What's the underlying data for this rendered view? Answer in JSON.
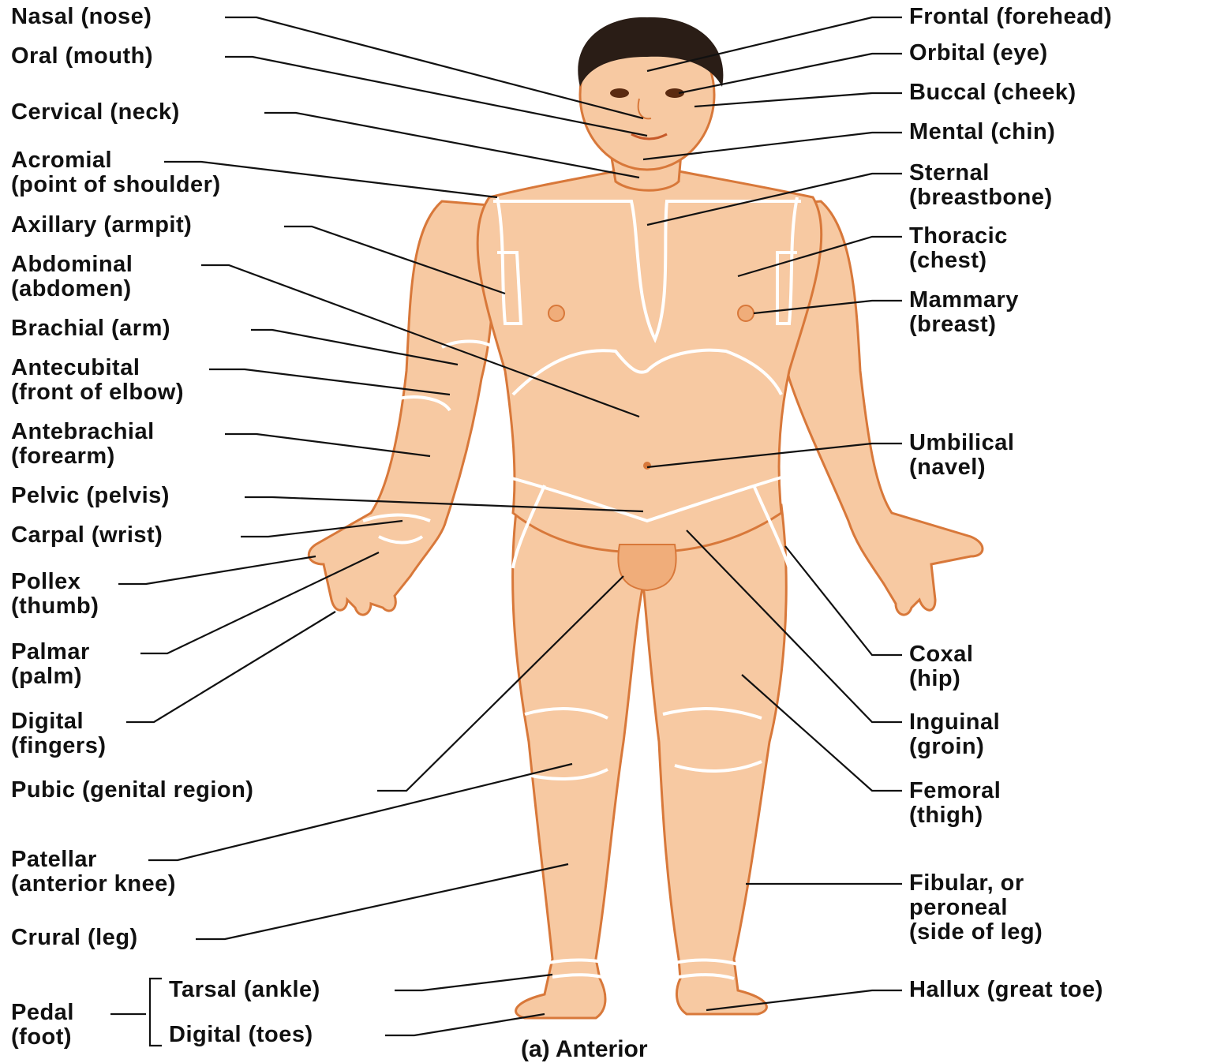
{
  "colors": {
    "skin": "#f7c9a2",
    "skin_shade": "#f0ad7a",
    "outline": "#d8783a",
    "hair": "#2a1d16",
    "region_line": "#ffffff",
    "leader": "#111111"
  },
  "labels": {
    "nasal": [
      "Nasal (nose)"
    ],
    "oral": [
      "Oral (mouth)"
    ],
    "cervical": [
      "Cervical (neck)"
    ],
    "acromial": [
      "Acromial",
      "(point of shoulder)"
    ],
    "axillary": [
      "Axillary (armpit)"
    ],
    "abdominal": [
      "Abdominal",
      "(abdomen)"
    ],
    "brachial": [
      "Brachial (arm)"
    ],
    "antecubital": [
      "Antecubital",
      "(front of elbow)"
    ],
    "antebrachial": [
      "Antebrachial",
      "(forearm)"
    ],
    "pelvic": [
      "Pelvic (pelvis)"
    ],
    "carpal": [
      "Carpal (wrist)"
    ],
    "pollex": [
      "Pollex",
      "(thumb)"
    ],
    "palmar": [
      "Palmar",
      "(palm)"
    ],
    "digital_fingers": [
      "Digital",
      "(fingers)"
    ],
    "pubic": [
      "Pubic (genital region)"
    ],
    "patellar": [
      "Patellar",
      "(anterior knee)"
    ],
    "crural": [
      "Crural (leg)"
    ],
    "pedal": [
      "Pedal",
      "(foot)"
    ],
    "tarsal": [
      "Tarsal (ankle)"
    ],
    "digital_toes": [
      "Digital (toes)"
    ],
    "frontal": [
      "Frontal (forehead)"
    ],
    "orbital": [
      "Orbital (eye)"
    ],
    "buccal": [
      "Buccal (cheek)"
    ],
    "mental": [
      "Mental (chin)"
    ],
    "sternal": [
      "Sternal",
      "(breastbone)"
    ],
    "thoracic": [
      "Thoracic",
      "(chest)"
    ],
    "mammary": [
      "Mammary",
      "(breast)"
    ],
    "umbilical": [
      "Umbilical",
      "(navel)"
    ],
    "coxal": [
      "Coxal",
      "(hip)"
    ],
    "inguinal": [
      "Inguinal",
      "(groin)"
    ],
    "femoral": [
      "Femoral",
      "(thigh)"
    ],
    "fibular": [
      "Fibular, or",
      "peroneal",
      "(side of leg)"
    ],
    "hallux": [
      "Hallux (great toe)"
    ]
  },
  "caption": "(a) Anterior"
}
